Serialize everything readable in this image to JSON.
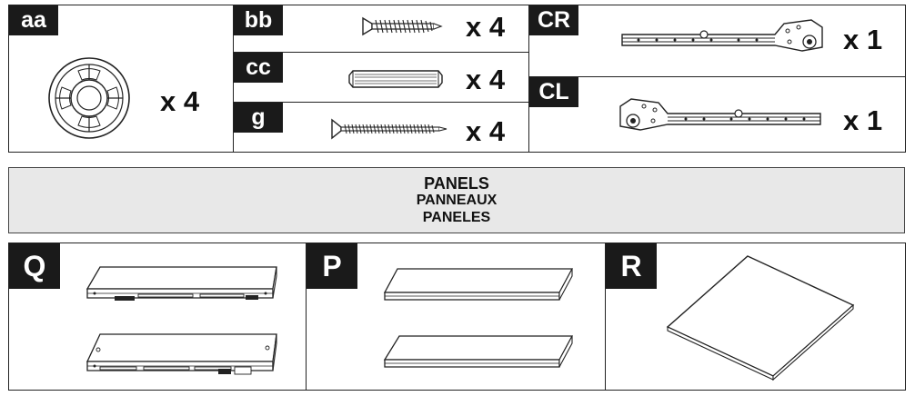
{
  "hardware": [
    {
      "code": "aa",
      "qty": "x 4",
      "icon": "nylon-spacer-icon"
    },
    {
      "code": "bb",
      "qty": "x 4",
      "icon": "screw-icon"
    },
    {
      "code": "cc",
      "qty": "x 4",
      "icon": "wood-dowel-icon"
    },
    {
      "code": "g",
      "qty": "x 4",
      "icon": "flat-head-screw-icon"
    },
    {
      "code": "CR",
      "qty": "x 1",
      "icon": "right-drawer-slide-icon"
    },
    {
      "code": "CL",
      "qty": "x 1",
      "icon": "left-drawer-slide-icon"
    }
  ],
  "panels_header": {
    "en": "PANELS",
    "fr": "PANNEAUX",
    "es": "PANELES"
  },
  "panels": [
    {
      "code": "Q",
      "icon": "drawer-side-panel-icon"
    },
    {
      "code": "P",
      "icon": "drawer-front-back-panel-icon"
    },
    {
      "code": "R",
      "icon": "drawer-bottom-panel-icon"
    }
  ]
}
